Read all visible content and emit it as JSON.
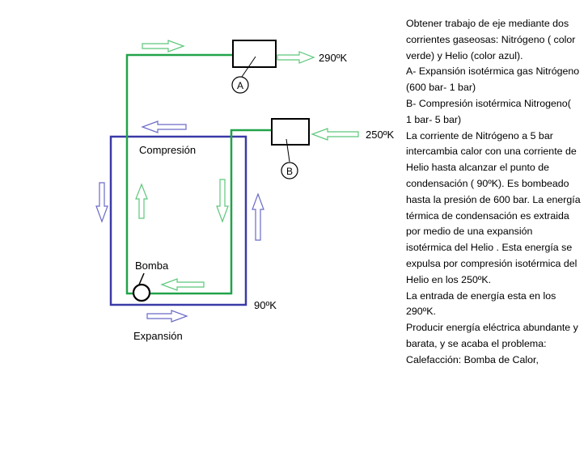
{
  "colors": {
    "nitrogen": "#22a34a",
    "helium": "#3a3aa8",
    "nitrogen_arrow": "#5cc77a",
    "helium_arrow": "#6a6ac8",
    "ink": "#000000"
  },
  "diagram": {
    "temp_top": "290ºK",
    "temp_mid": "250ºK",
    "temp_bottom": "90ºK",
    "label_a": "A",
    "label_b": "B",
    "compresion": "Compresión",
    "bomba": "Bomba",
    "expansion": "Expansión"
  },
  "notes": {
    "lines": [
      "Obtener trabajo de eje mediante dos",
      "corrientes gaseosas: Nitrógeno ( color",
      "verde) y Helio (color azul).",
      "A- Expansión isotérmica gas Nitrógeno",
      "(600 bar- 1 bar)",
      "B- Compresión isotérmica Nitrogeno(",
      "1 bar- 5 bar)",
      "La corriente de Nitrógeno a 5 bar",
      "intercambia calor con una corriente de",
      "Helio hasta alcanzar el punto de",
      "condensación ( 90ºK). Es bombeado",
      "hasta la presión de 600 bar. La energía",
      "térmica de condensación es extraida",
      "por medio de una expansión",
      "isotérmica del Helio . Esta energía se",
      "expulsa por compresión isotérmica del",
      "Helio en los 250ºK.",
      "La entrada de energía esta en los",
      "290ºK.",
      "Producir energía eléctrica abundante y",
      "barata, y se acaba el problema:",
      "Calefacción: Bomba de Calor,"
    ]
  }
}
